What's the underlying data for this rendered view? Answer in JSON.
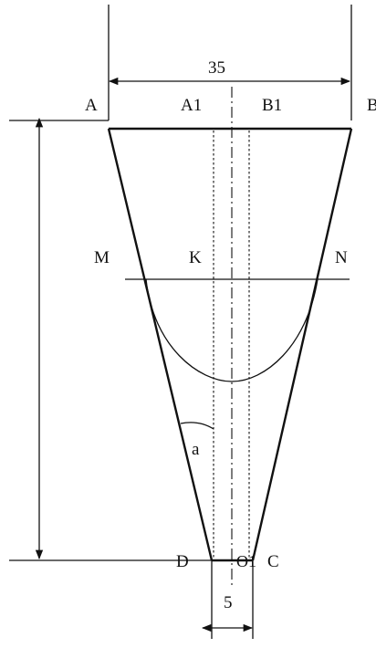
{
  "labels": {
    "A": "A",
    "A1": "A1",
    "B1": "B1",
    "B": "B",
    "M": "M",
    "K": "K",
    "N": "N",
    "D": "D",
    "O1": "O1",
    "C": "C",
    "angle": "a"
  },
  "dimensions": {
    "top_width": "35",
    "bottom_width": "5"
  },
  "colors": {
    "stroke": "#111111",
    "background": "#ffffff"
  }
}
